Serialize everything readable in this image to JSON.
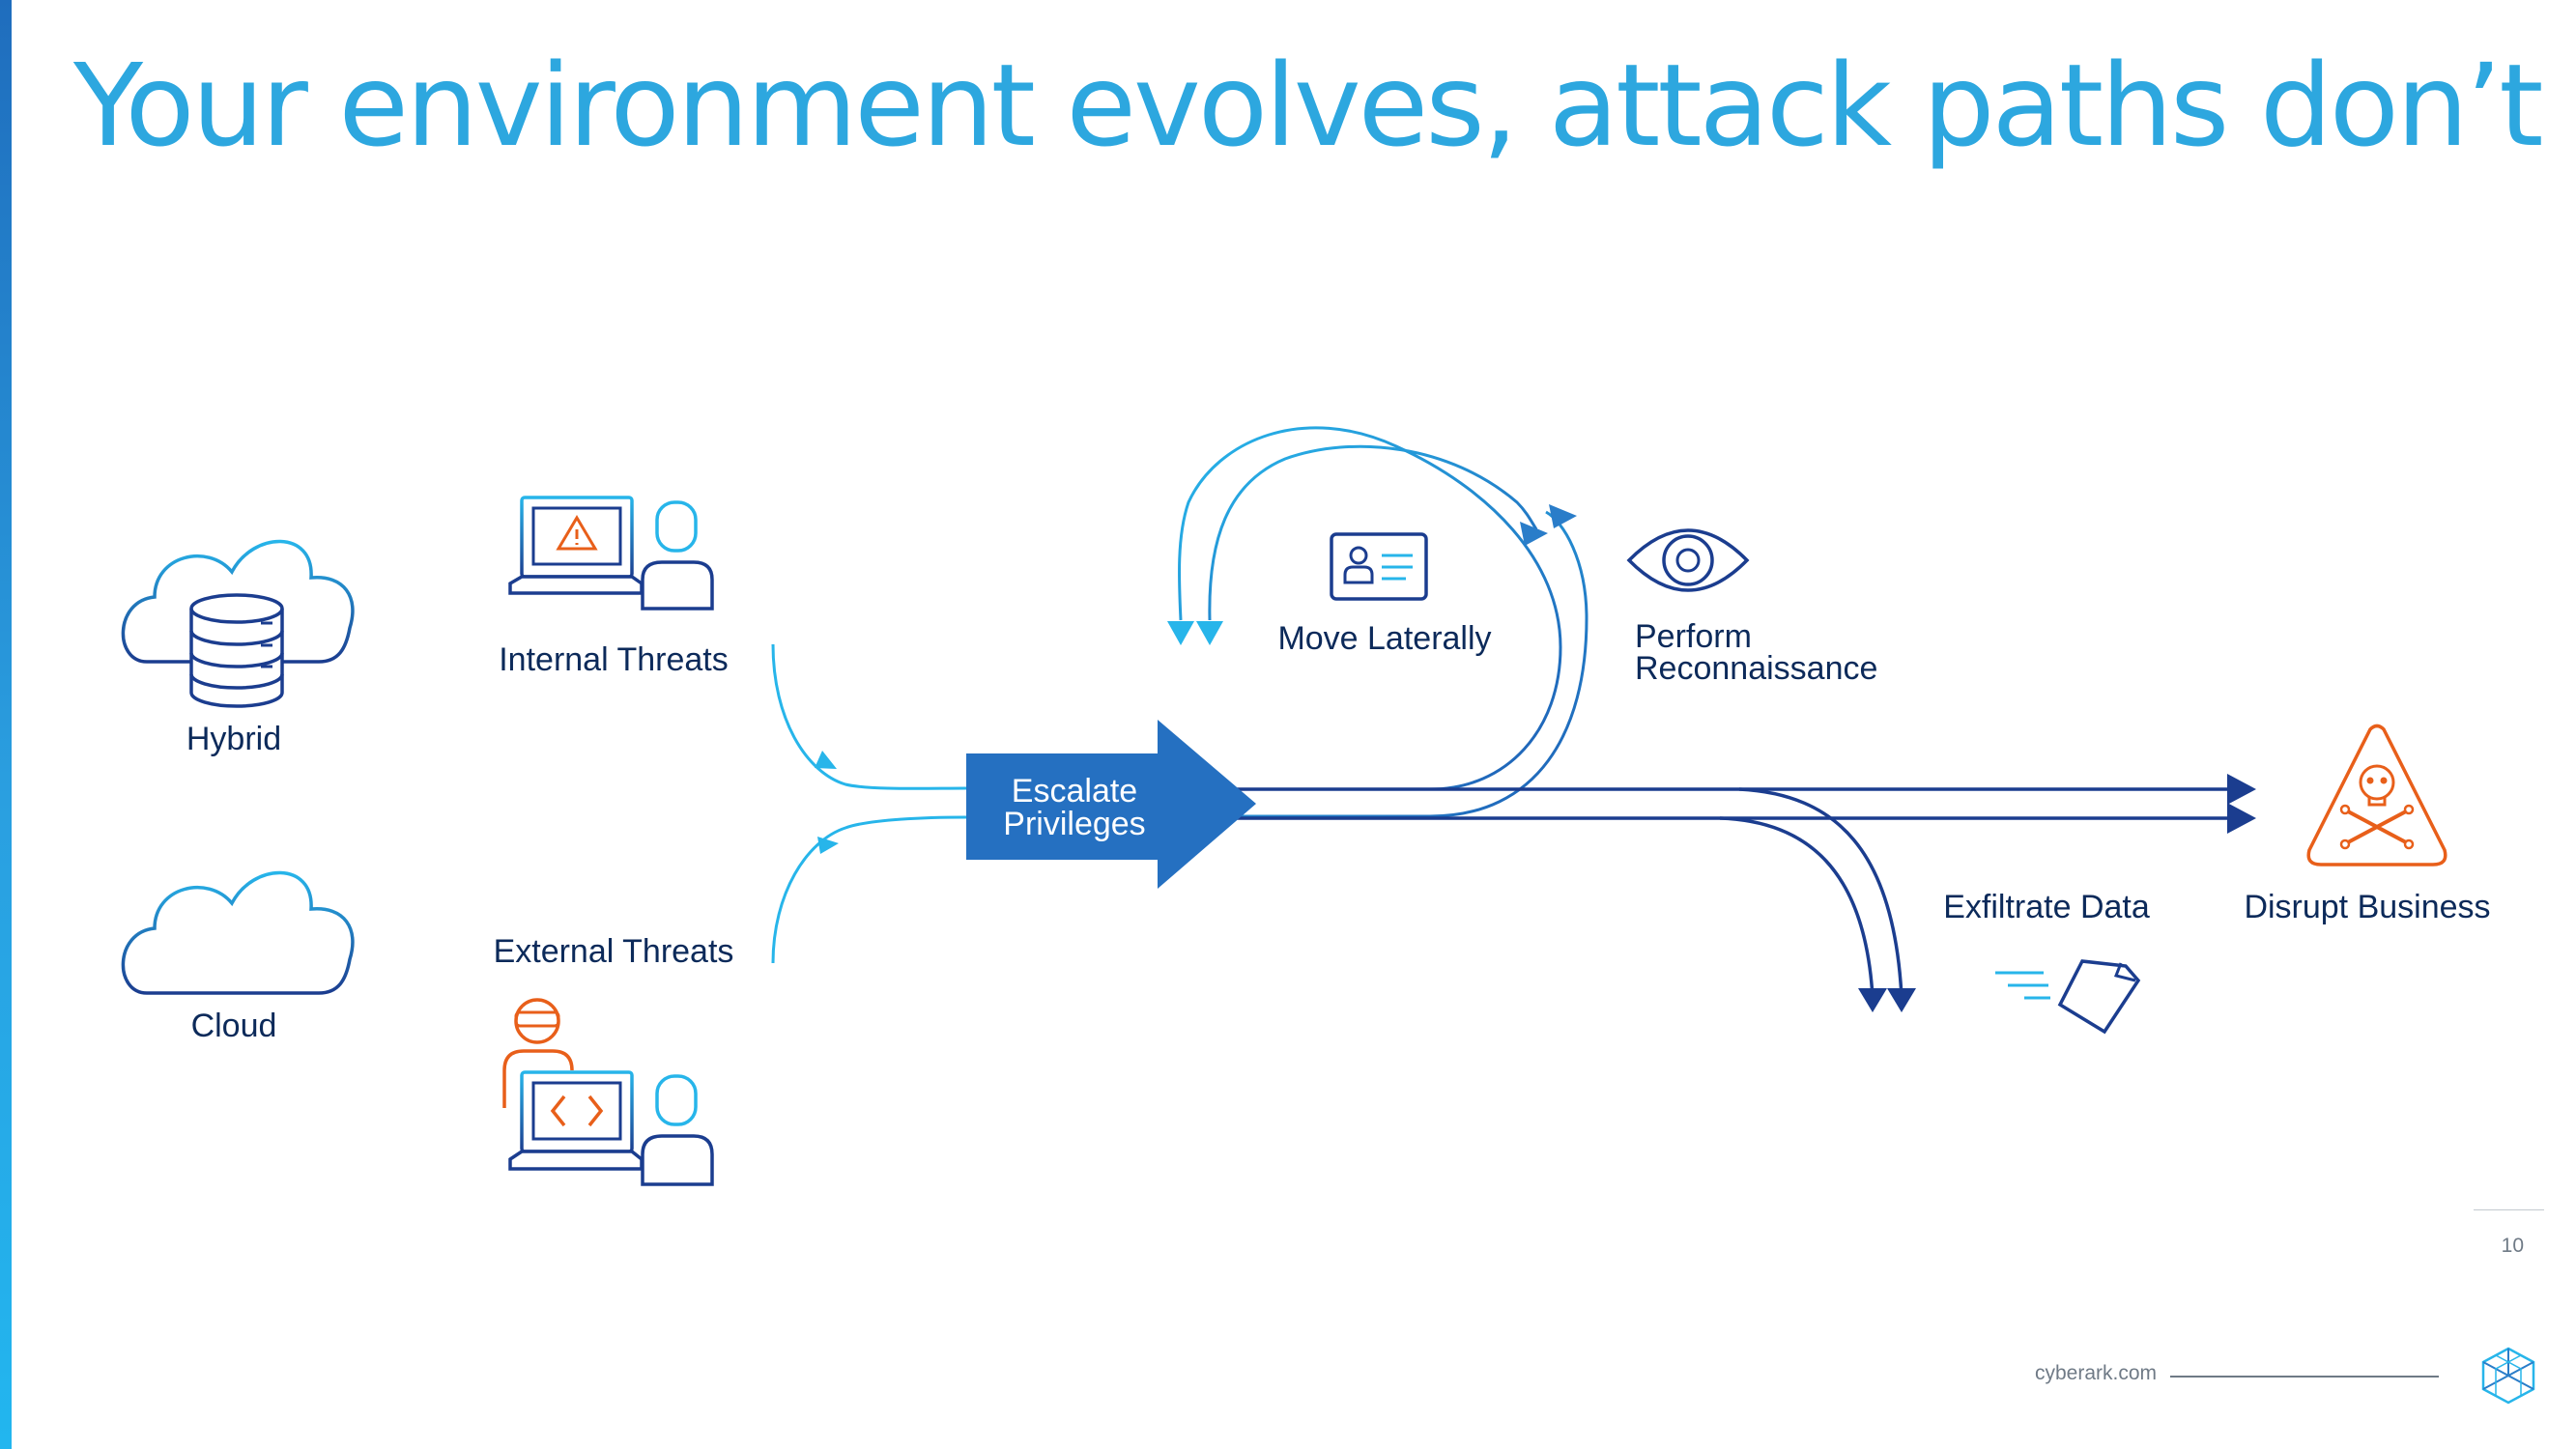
{
  "title": "Your environment evolves, attack paths don’t",
  "environments": {
    "hybrid": "Hybrid",
    "cloud": "Cloud"
  },
  "threats": {
    "internal": "Internal Threats",
    "external": "External Threats"
  },
  "escalate": {
    "line1": "Escalate",
    "line2": "Privileges"
  },
  "stages": {
    "move_laterally": "Move Laterally",
    "recon_line1": "Perform",
    "recon_line2": "Reconnaissance",
    "exfiltrate": "Exfiltrate Data",
    "disrupt": "Disrupt Business"
  },
  "footer": {
    "page_number": "10",
    "url": "cyberark.com"
  },
  "colors": {
    "title": "#2da7df",
    "navy": "#1b3d8f",
    "mid_blue": "#2a7dc9",
    "light_blue": "#27b5ea",
    "orange": "#e85f1a"
  },
  "icons": {
    "hybrid": "cloud-database-icon",
    "cloud": "cloud-icon",
    "internal": "laptop-warning-user-icon",
    "external": "hacker-laptop-code-icon",
    "lateral": "id-card-icon",
    "recon": "eye-icon",
    "exfiltrate": "document-icon",
    "disrupt": "skull-warning-icon"
  }
}
